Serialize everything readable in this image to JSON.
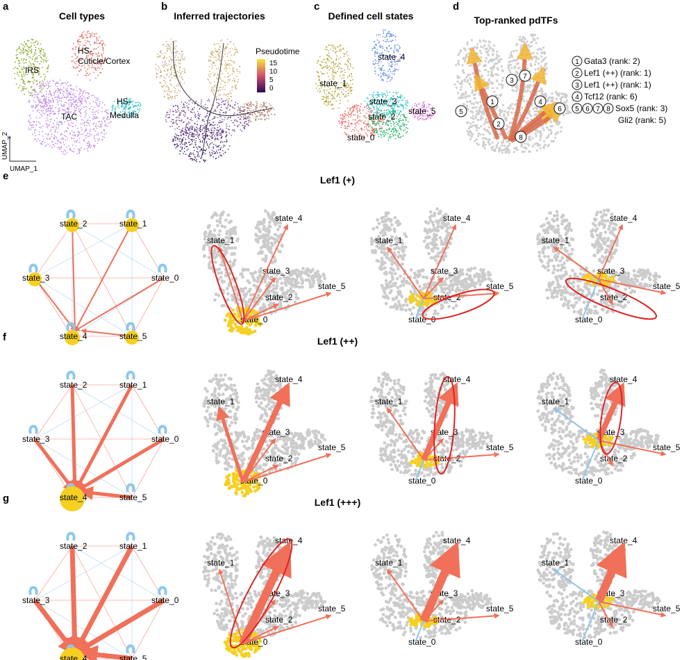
{
  "panel_a": {
    "letter": "a",
    "title": "Cell types",
    "labels": {
      "irs": "IRS",
      "hs_cortex": "HS-\nCuticle/Cortex",
      "tac": "TAC",
      "hs_medulla": "HS-\nMedulla"
    },
    "axis_x": "UMAP_1",
    "axis_y": "UMAP_2",
    "colors": {
      "irs": "#8aa82a",
      "hs_cortex": "#e07b72",
      "tac": "#c08fe8",
      "hs_medulla": "#3cc6c6"
    }
  },
  "panel_b": {
    "letter": "b",
    "title": "Inferred trajectories",
    "legend_title": "Pseudotime",
    "legend_ticks": [
      "15",
      "10",
      "5",
      "0"
    ]
  },
  "panel_c": {
    "letter": "c",
    "title": "Defined cell states",
    "states": [
      "state_0",
      "state_1",
      "state_2",
      "state_3",
      "state_4",
      "state_5"
    ],
    "colors": {
      "state_0": "#ee6f66",
      "state_1": "#b6a73a",
      "state_2": "#26b36b",
      "state_3": "#2ec4c4",
      "state_4": "#6c94e6",
      "state_5": "#e27ad8"
    }
  },
  "panel_d": {
    "letter": "d",
    "title": "Top-ranked pdTFs",
    "legend": [
      {
        "nums": [
          "1"
        ],
        "text": "Gata3 (rank: 2)"
      },
      {
        "nums": [
          "2"
        ],
        "text": "Lef1 (++) (rank: 1)"
      },
      {
        "nums": [
          "3"
        ],
        "text": "Lef1 (++) (rank: 1)"
      },
      {
        "nums": [
          "4"
        ],
        "text": "Tcf12 (rank: 6)"
      },
      {
        "nums": [
          "5",
          "6",
          "7",
          "8"
        ],
        "text": "Sox5 (rank: 3)"
      },
      {
        "nums": [],
        "text": "Gli2 (rank: 5)"
      }
    ],
    "marker_nums": [
      "1",
      "2",
      "3",
      "4",
      "5",
      "6",
      "7",
      "8"
    ]
  },
  "rows": [
    {
      "letter": "e",
      "title": "Lef1 (+)"
    },
    {
      "letter": "f",
      "title": "Lef1 (++)"
    },
    {
      "letter": "g",
      "title": "Lef1 (+++)"
    }
  ],
  "state_names": [
    "state_0",
    "state_1",
    "state_2",
    "state_3",
    "state_4",
    "state_5"
  ],
  "colors": {
    "increase": "#f0705a",
    "decrease": "#8ec8ec",
    "highlight": "#f5d020",
    "cell": "#cccccc",
    "circle": "#dd2222"
  }
}
